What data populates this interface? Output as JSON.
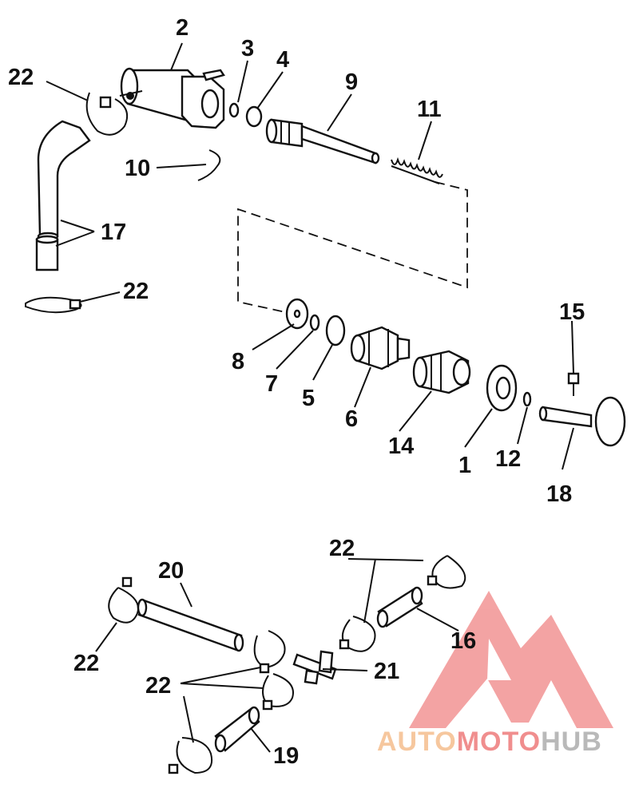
{
  "callouts": {
    "c1": "1",
    "c2": "2",
    "c3": "3",
    "c4": "4",
    "c5": "5",
    "c6": "6",
    "c7": "7",
    "c8": "8",
    "c9": "9",
    "c10": "10",
    "c11": "11",
    "c12": "12",
    "c14": "14",
    "c15": "15",
    "c16": "16",
    "c17": "17",
    "c18": "18",
    "c19": "19",
    "c20": "20",
    "c21": "21",
    "c22": "22"
  },
  "watermark": {
    "part1": "AUTO",
    "part2": "MOTO",
    "part3": "HUB",
    "color_auto": "#f6c79e",
    "color_moto": "#f08e8e",
    "color_hub": "#b9b9b9",
    "logo_color": "#f29494"
  }
}
